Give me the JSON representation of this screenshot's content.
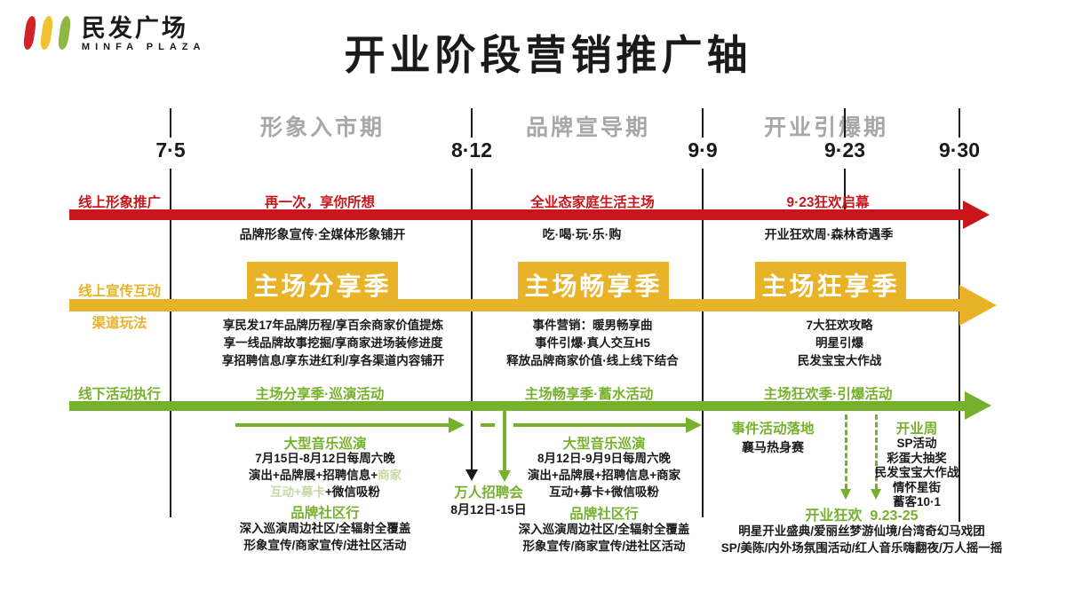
{
  "colors": {
    "red": "#c8161c",
    "yellow": "#e9b329",
    "green": "#76b02c",
    "gray": "#a8a8a8",
    "light_green": "#c6d9a6"
  },
  "logo": {
    "brand": "民发广场",
    "sub": "MINFA PLAZA"
  },
  "title": "开业阶段营销推广轴",
  "timeline": {
    "phases": [
      "形象入市期",
      "品牌宣导期",
      "开业引爆期"
    ],
    "dates": [
      "7·5",
      "8·12",
      "9·9",
      "9·23",
      "9·30"
    ]
  },
  "online_image": {
    "label": "线上形象推广",
    "sections": [
      {
        "headline": "再一次，享你所想",
        "sub": "品牌形象宣传·全媒体形象铺开"
      },
      {
        "headline": "全业态家庭生活主场",
        "sub": "吃·喝·玩·乐·购"
      },
      {
        "headline": "9·23狂欢启幕",
        "sub": "开业狂欢周·森林奇遇季"
      }
    ]
  },
  "online_promo": {
    "label1": "线上宣传互动",
    "label2": "渠道玩法",
    "sections": [
      {
        "badge": "主场分享季",
        "lines": [
          "享民发17年品牌历程/享百余商家价值提炼",
          "享一线品牌故事挖掘/享商家进场装修进度",
          "享招聘信息/享东进红利/享各渠道内容铺开"
        ]
      },
      {
        "badge": "主场畅享季",
        "lines": [
          "事件营销：暖男畅享曲",
          "事件引爆·真人交互H5",
          "释放品牌商家价值·线上线下结合"
        ]
      },
      {
        "badge": "主场狂享季",
        "lines": [
          "7大狂欢攻略",
          "明星引爆",
          "民发宝宝大作战"
        ]
      }
    ]
  },
  "offline": {
    "label": "线下活动执行",
    "headlines": [
      "主场分享季·巡演活动",
      "主场畅享季·蓄水活动",
      "主场狂欢季·引爆活动"
    ],
    "phase1": {
      "music_title": "大型音乐巡演",
      "music_date": "7月15日-8月12日每周六晚",
      "line2_black": "演出+品牌展+招聘信息+",
      "line2_light": "商家",
      "line3_light": "互动+募卡",
      "line3_black": "+微信吸粉",
      "community_title": "品牌社区行",
      "community_lines": [
        "深入巡演周边社区/全辐射全覆盖",
        "形象宣传/商家宣传/进社区活动"
      ]
    },
    "job_fair": {
      "title": "万人招聘会",
      "date": "8月12日-15日"
    },
    "phase2": {
      "music_title": "大型音乐巡演",
      "lines": [
        "8月12日-9月9日每周六晚",
        "演出+品牌展+招聘信息+商家",
        "互动+募卡+微信吸粉"
      ],
      "community_title": "品牌社区行",
      "community_lines": [
        "深入巡演周边社区/全辐射全覆盖",
        "形象宣传/商家宣传/进社区活动"
      ]
    },
    "phase3": {
      "event_title": "事件活动落地",
      "event_sub": "襄马热身赛",
      "week_title": "开业周",
      "week_items": [
        "SP活动",
        "彩蛋大抽奖",
        "民发宝宝大作战",
        "情怀星街",
        "蓄客10·1"
      ],
      "carnival_title": "开业狂欢",
      "carnival_date": "9.23-25",
      "carnival_lines": [
        "明星开业盛典/爱丽丝梦游仙境/台湾奇幻马戏团",
        "SP/美陈/内外场氛围活动/红人音乐嗨翻夜/万人摇一摇"
      ]
    }
  }
}
